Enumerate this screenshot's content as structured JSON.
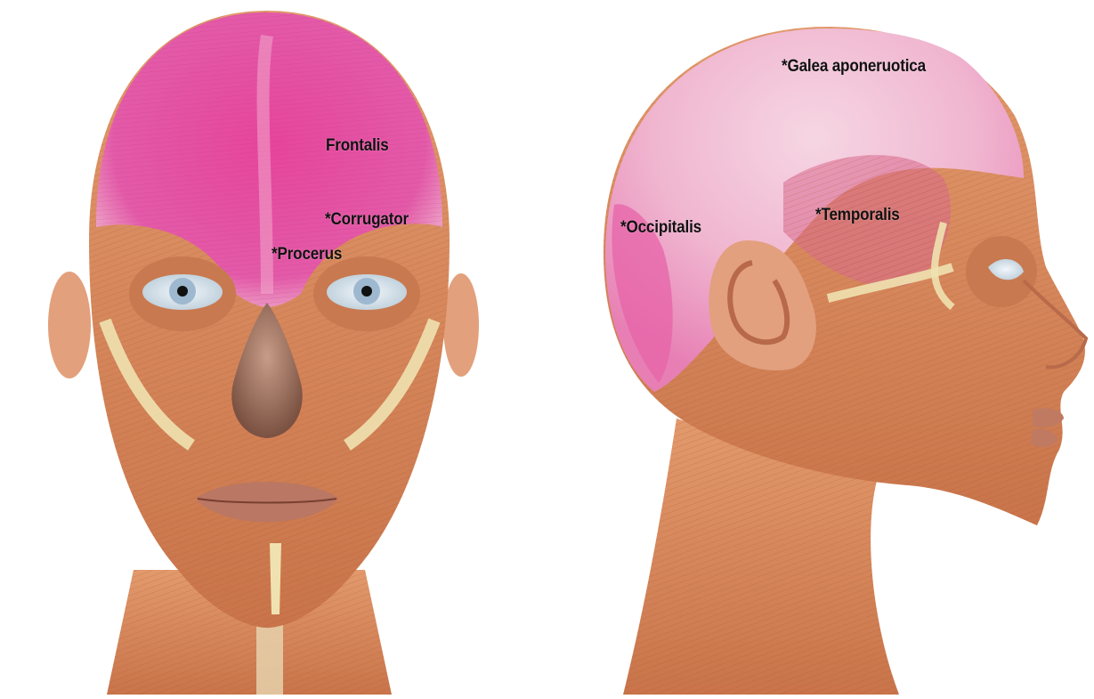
{
  "labels": {
    "frontalis": "Frontalis",
    "corrugator": "*Corrugator",
    "procerus": "*Procerus",
    "galea": "*Galea aponeruotica",
    "occipitalis": "*Occipitalis",
    "temporalis": "*Temporalis"
  },
  "colors": {
    "background": "#ffffff",
    "muscle": "#d98a5e",
    "muscle_dark": "#b5603a",
    "highlight_pink": "#e8459a",
    "fascia": "#efe2b0",
    "eye_white": "#dfeaf2",
    "iris": "#8fb0c9",
    "label_text": "#111111"
  }
}
